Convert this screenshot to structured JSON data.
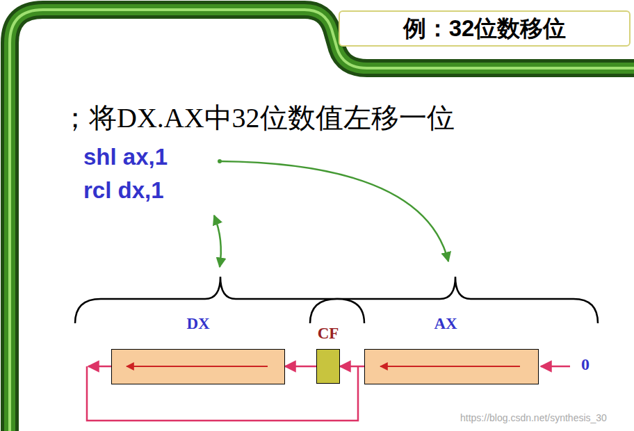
{
  "diagram": {
    "title": "例：32位数移位",
    "nodes": [
      {
        "text": [
          "DX"
        ]
      },
      {
        "text": [
          "CF"
        ]
      },
      {
        "text": [
          "AX"
        ]
      }
    ],
    "edges": [
      {
        "from": 2,
        "to": 1,
        "arrow": "to"
      },
      {
        "from": 1,
        "to": 0,
        "arrow": "to"
      }
    ],
    "labels": [
      "；将DX.AX中32位数值左移一位",
      "shl ax,1",
      "rcl dx,1",
      "0",
      "https://blog.csdn.net/synthesis_30"
    ]
  }
}
